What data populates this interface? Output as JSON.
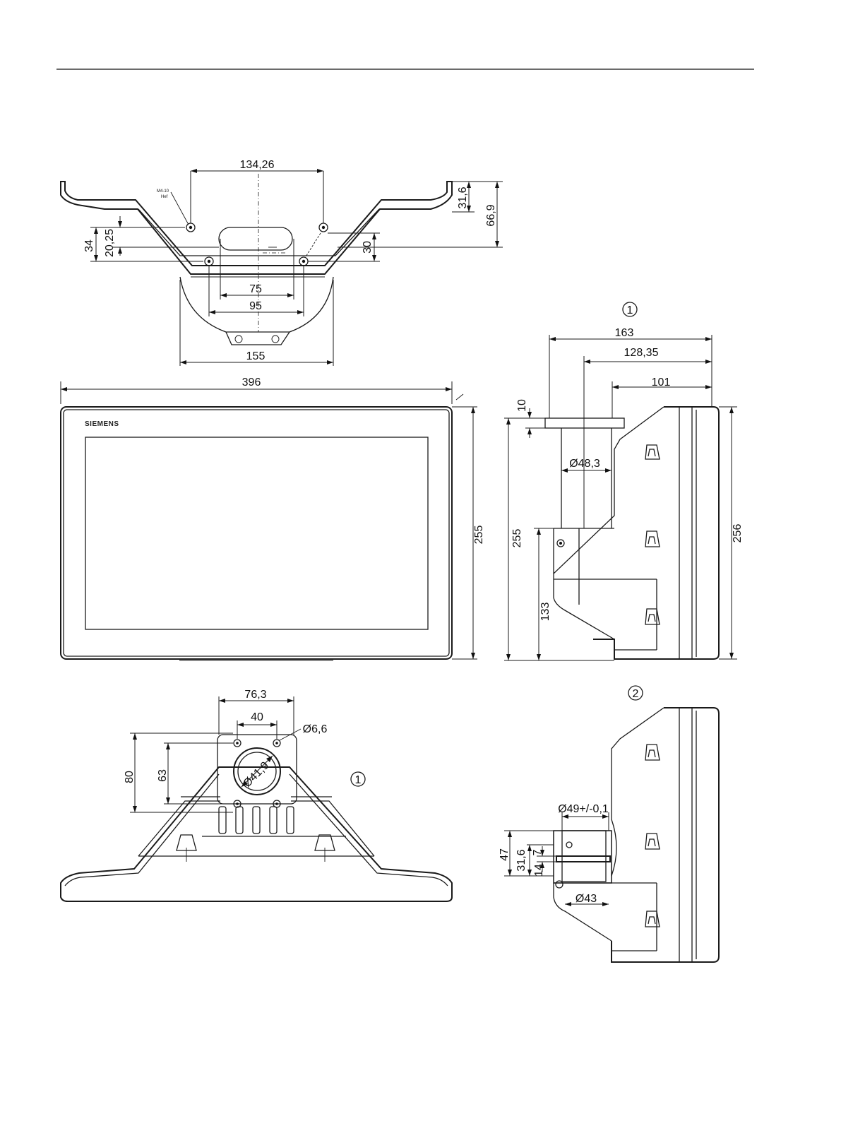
{
  "brand": "SIEMENS",
  "thread_note": [
    "M4-10",
    "Hef"
  ],
  "callouts": {
    "one_a": "1",
    "one_b": "1",
    "two": "2"
  },
  "top_view": {
    "d134": "134,26",
    "d316": "31,6",
    "d669": "66,9",
    "d34": "34",
    "d2025": "20,25",
    "d30": "30",
    "d75": "75",
    "d95": "95",
    "d155": "155"
  },
  "front_view": {
    "d396": "396",
    "d255": "255"
  },
  "side_view": {
    "d163": "163",
    "d12835": "128,35",
    "d101": "101",
    "d10": "10",
    "d483": "Ø48,3",
    "d255": "255",
    "d133": "133",
    "d256": "256"
  },
  "bottom_view": {
    "d763": "76,3",
    "d40": "40",
    "d66": "Ø6,6",
    "d80": "80",
    "d63": "63",
    "d419": "Ø41,9"
  },
  "detail_view": {
    "d49": "Ø49+/-0,1",
    "d47": "47",
    "d316": "31,6",
    "d7": "7",
    "d14": "14",
    "d43": "Ø43"
  }
}
